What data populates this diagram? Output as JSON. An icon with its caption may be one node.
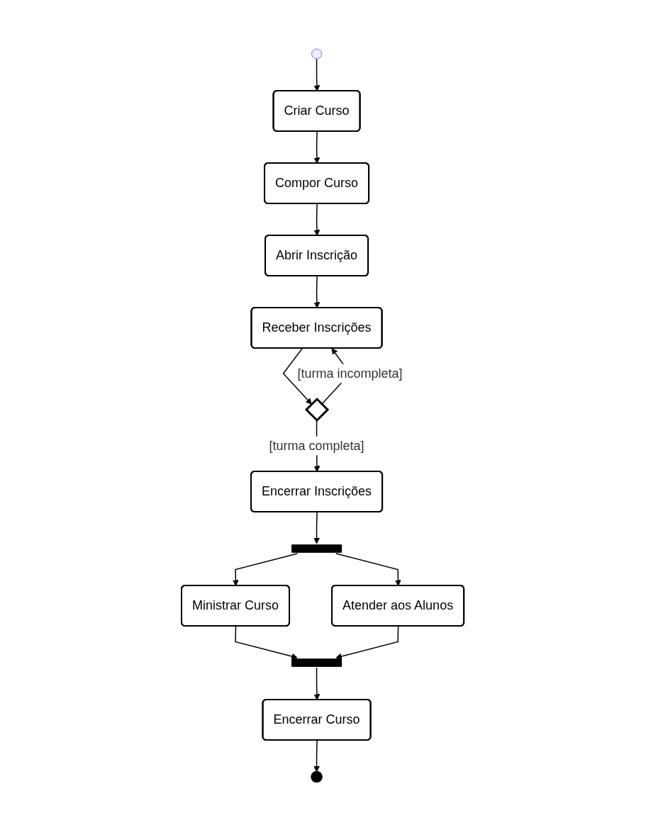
{
  "diagram": {
    "nodes": [
      {
        "text": [],
        "shape": "circle"
      },
      {
        "text": [
          "Criar Curso"
        ]
      },
      {
        "text": [
          "Compor Curso"
        ]
      },
      {
        "text": [
          "Abrir Inscrição"
        ]
      },
      {
        "text": [
          "Receber Inscrições"
        ]
      },
      {
        "text": [],
        "shape": "diamond"
      },
      {
        "text": [
          "Encerrar Inscrições"
        ]
      },
      {
        "text": [],
        "shape": "bar"
      },
      {
        "text": [
          "Ministrar Curso"
        ]
      },
      {
        "text": [
          "Atender aos Alunos"
        ]
      },
      {
        "text": [],
        "shape": "bar"
      },
      {
        "text": [
          "Encerrar Curso"
        ]
      },
      {
        "text": [],
        "shape": "circle"
      }
    ],
    "edges": [
      {
        "from": 0,
        "to": 1,
        "arrow": "to"
      },
      {
        "from": 1,
        "to": 2,
        "arrow": "to"
      },
      {
        "from": 2,
        "to": 3,
        "arrow": "to"
      },
      {
        "from": 3,
        "to": 4,
        "arrow": "to"
      },
      {
        "from": 4,
        "to": 5,
        "arrow": "to"
      },
      {
        "from": 5,
        "to": 4,
        "arrow": "to",
        "label": "[turma incompleta]"
      },
      {
        "from": 5,
        "to": 6,
        "arrow": "to",
        "label": "[turma completa]"
      },
      {
        "from": 6,
        "to": 7,
        "arrow": "to"
      },
      {
        "from": 7,
        "to": 8,
        "arrow": "to"
      },
      {
        "from": 7,
        "to": 9,
        "arrow": "to"
      },
      {
        "from": 8,
        "to": 10,
        "arrow": "to"
      },
      {
        "from": 9,
        "to": 10,
        "arrow": "to"
      },
      {
        "from": 10,
        "to": 11,
        "arrow": "to"
      },
      {
        "from": 11,
        "to": 12,
        "arrow": "to"
      }
    ]
  }
}
